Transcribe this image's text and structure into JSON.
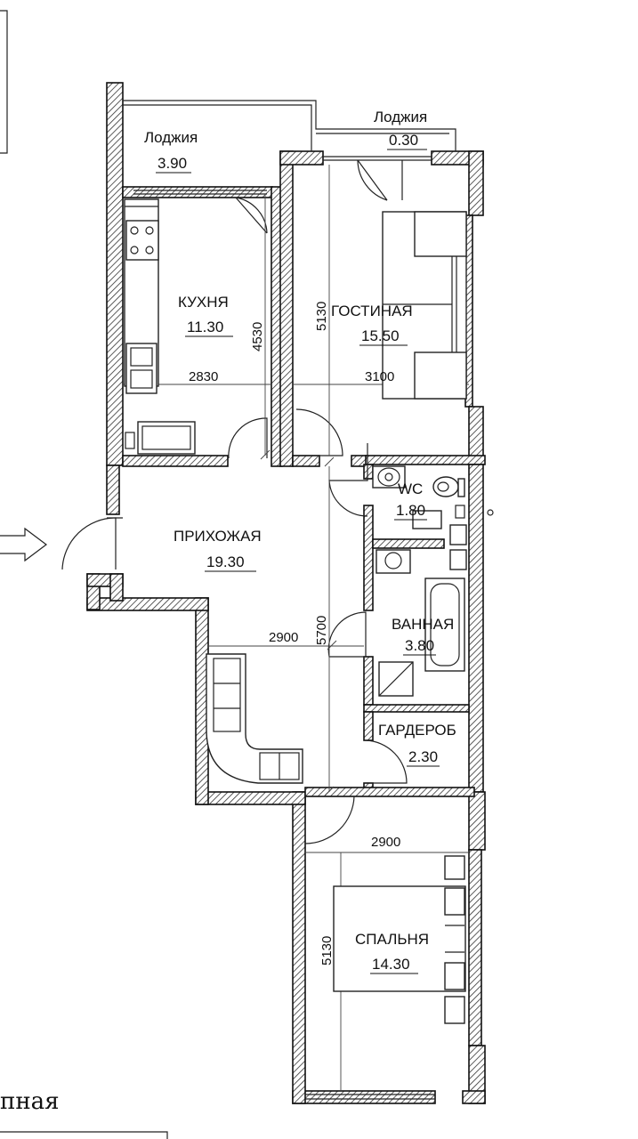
{
  "rooms": {
    "loggia_left": {
      "name": "Лоджия",
      "area": "3.90"
    },
    "loggia_right": {
      "name": "Лоджия",
      "area": "0.30"
    },
    "kitchen": {
      "name": "КУХНЯ",
      "area": "11.30"
    },
    "living": {
      "name": "ГОСТИНАЯ",
      "area": "15.50"
    },
    "wc": {
      "name": "WC",
      "area": "1.80"
    },
    "hall": {
      "name": "ПРИХОЖАЯ",
      "area": "19.30"
    },
    "bath": {
      "name": "ВАННАЯ",
      "area": "3.80"
    },
    "wardrobe": {
      "name": "ГАРДЕРОБ",
      "area": "2.30"
    },
    "bedroom": {
      "name": "СПАЛЬНЯ",
      "area": "14.30"
    }
  },
  "dimensions": {
    "kitchen_width": "2830",
    "kitchen_depth": "4530",
    "living_width": "3100",
    "living_depth": "5130",
    "hall_width": "2900",
    "hall_depth": "5700",
    "bedroom_width": "2900",
    "bedroom_depth": "5130"
  },
  "footer_text": "пная"
}
